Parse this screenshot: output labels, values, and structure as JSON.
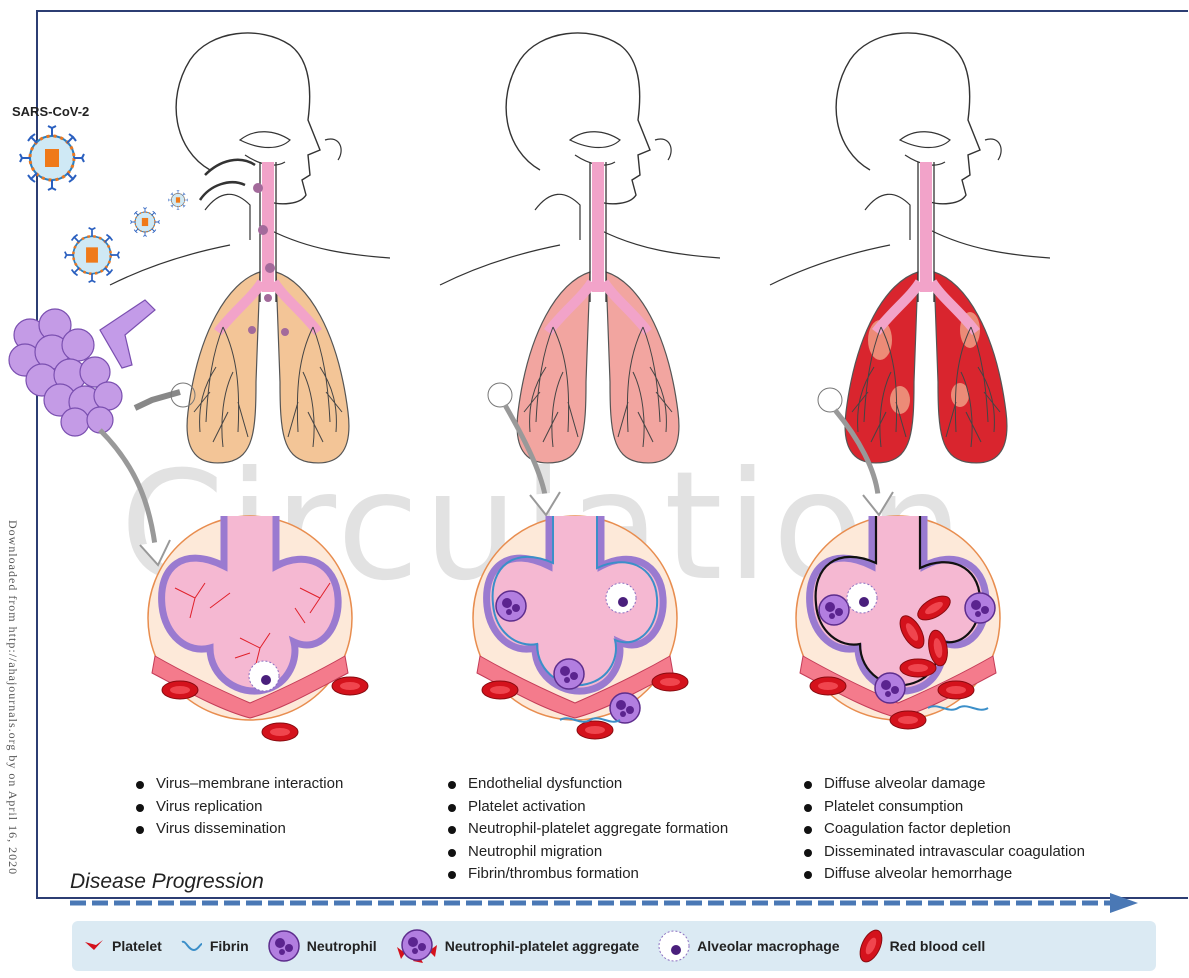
{
  "virus_label": "SARS-CoV-2",
  "watermark": "Circulation",
  "side_text": "Downloaded from http://ahajournals.org by on April 16, 2020",
  "stages": [
    {
      "bullets": [
        "Virus–membrane interaction",
        "Virus replication",
        "Virus dissemination"
      ]
    },
    {
      "bullets": [
        "Endothelial dysfunction",
        "Platelet activation",
        "Neutrophil-platelet aggregate formation",
        "Neutrophil migration",
        "Fibrin/thrombus formation"
      ]
    },
    {
      "bullets": [
        "Diffuse alveolar damage",
        "Platelet consumption",
        "Coagulation factor depletion",
        "Disseminated intravascular coagulation",
        "Diffuse alveolar hemorrhage"
      ]
    }
  ],
  "progress_label": "Disease Progression",
  "legend": [
    {
      "icon": "platelet-icon",
      "label": "Platelet"
    },
    {
      "icon": "fibrin-icon",
      "label": "Fibrin"
    },
    {
      "icon": "neutrophil-icon",
      "label": "Neutrophil"
    },
    {
      "icon": "neutrophil-platelet-aggregate-icon",
      "label": "Neutrophil-platelet aggregate"
    },
    {
      "icon": "alveolar-macrophage-icon",
      "label": "Alveolar macrophage"
    },
    {
      "icon": "red-blood-cell-icon",
      "label": "Red blood cell"
    }
  ],
  "colors": {
    "frame": "#2c3e73",
    "arrow": "#4a78b5",
    "legend_bg": "#dbeaf3",
    "lung_stage1": "#f3c597",
    "lung_stage2": "#f2a5a0",
    "lung_stage3": "#d9252e",
    "neutrophil": "#8b4fc4",
    "red_blood_cell": "#d4121c"
  }
}
